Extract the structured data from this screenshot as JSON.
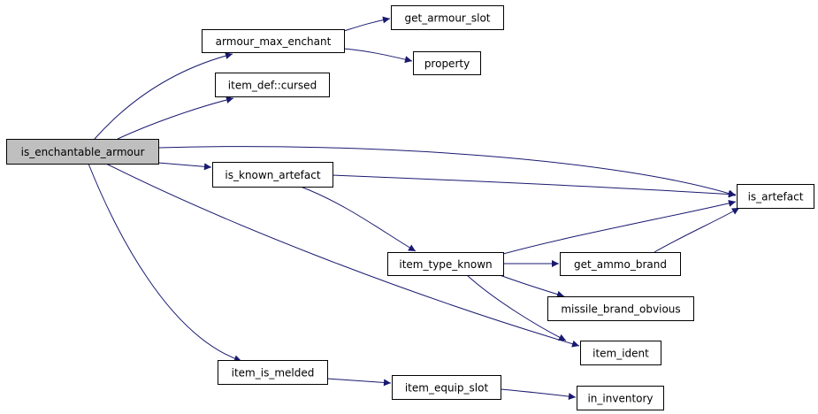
{
  "title": "is_enchantable_armour call graph",
  "colors": {
    "edge": "#191970",
    "root_fill": "#bfbfbf",
    "node_fill": "#ffffff"
  },
  "nodes": {
    "is_enchantable_armour": "is_enchantable_armour",
    "armour_max_enchant": "armour_max_enchant",
    "get_armour_slot": "get_armour_slot",
    "property": "property",
    "item_def_cursed": "item_def::cursed",
    "is_known_artefact": "is_known_artefact",
    "is_artefact": "is_artefact",
    "item_type_known": "item_type_known",
    "get_ammo_brand": "get_ammo_brand",
    "missile_brand_obvious": "missile_brand_obvious",
    "item_ident": "item_ident",
    "item_is_melded": "item_is_melded",
    "item_equip_slot": "item_equip_slot",
    "in_inventory": "in_inventory"
  },
  "edges": [
    [
      "is_enchantable_armour",
      "armour_max_enchant"
    ],
    [
      "is_enchantable_armour",
      "item_def_cursed"
    ],
    [
      "is_enchantable_armour",
      "is_artefact"
    ],
    [
      "is_enchantable_armour",
      "is_known_artefact"
    ],
    [
      "is_enchantable_armour",
      "item_ident"
    ],
    [
      "is_enchantable_armour",
      "item_is_melded"
    ],
    [
      "armour_max_enchant",
      "get_armour_slot"
    ],
    [
      "armour_max_enchant",
      "property"
    ],
    [
      "is_known_artefact",
      "is_artefact"
    ],
    [
      "is_known_artefact",
      "item_type_known"
    ],
    [
      "item_type_known",
      "is_artefact"
    ],
    [
      "item_type_known",
      "get_ammo_brand"
    ],
    [
      "item_type_known",
      "missile_brand_obvious"
    ],
    [
      "item_type_known",
      "item_ident"
    ],
    [
      "get_ammo_brand",
      "is_artefact"
    ],
    [
      "item_is_melded",
      "item_equip_slot"
    ],
    [
      "item_equip_slot",
      "in_inventory"
    ]
  ]
}
